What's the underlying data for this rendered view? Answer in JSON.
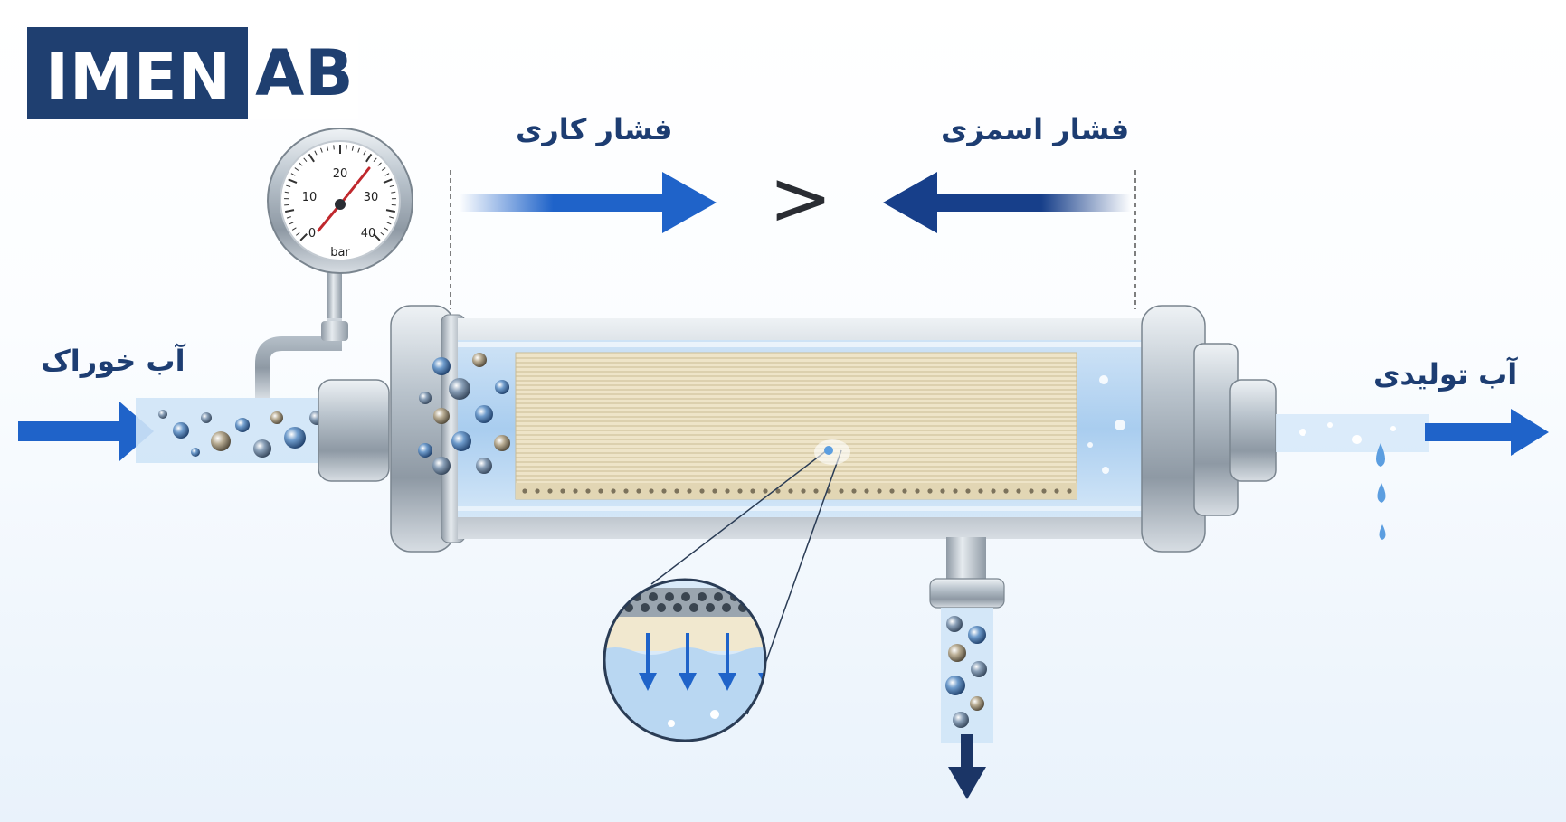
{
  "logo": {
    "part1": "IMEN",
    "part2": "AB"
  },
  "labels": {
    "working_pressure": "فشار کاری",
    "osmotic_pressure": "فشار اسمزی",
    "feed_water": "آب خوراک",
    "product_water": "آب تولیدی",
    "greater_than": ">"
  },
  "gauge": {
    "unit": "bar",
    "ticks": [
      "0",
      "10",
      "20",
      "30",
      "40"
    ]
  },
  "colors": {
    "arrow_blue": "#1f63c9",
    "arrow_navy": "#173f8a",
    "text_navy": "#1d3d72",
    "steel": "#a9b3bd",
    "membrane": "#eee4c8"
  },
  "icons": [
    "pressure-gauge-icon",
    "arrow-right-icon",
    "arrow-left-icon",
    "arrow-down-icon",
    "water-drop-icon"
  ]
}
